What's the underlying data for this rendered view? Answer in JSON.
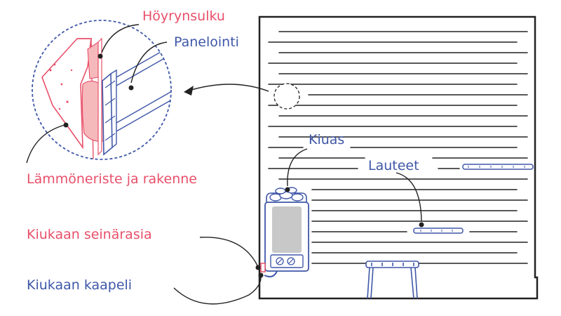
{
  "labels": {
    "vapor_barrier": "Höyrynsulku",
    "paneling": "Panelointi",
    "insulation": "Lämmöneriste ja rakenne",
    "stove": "Kiuas",
    "benches": "Lauteet",
    "stove_wall_box": "Kiukaan seinärasia",
    "stove_cable": "Kiukaan kaapeli"
  },
  "colors": {
    "red": "#e8506a",
    "blue": "#3f57a8",
    "pink_fill": "#f6b9bb",
    "dark": "#222222",
    "gray": "#c8c8c8"
  }
}
